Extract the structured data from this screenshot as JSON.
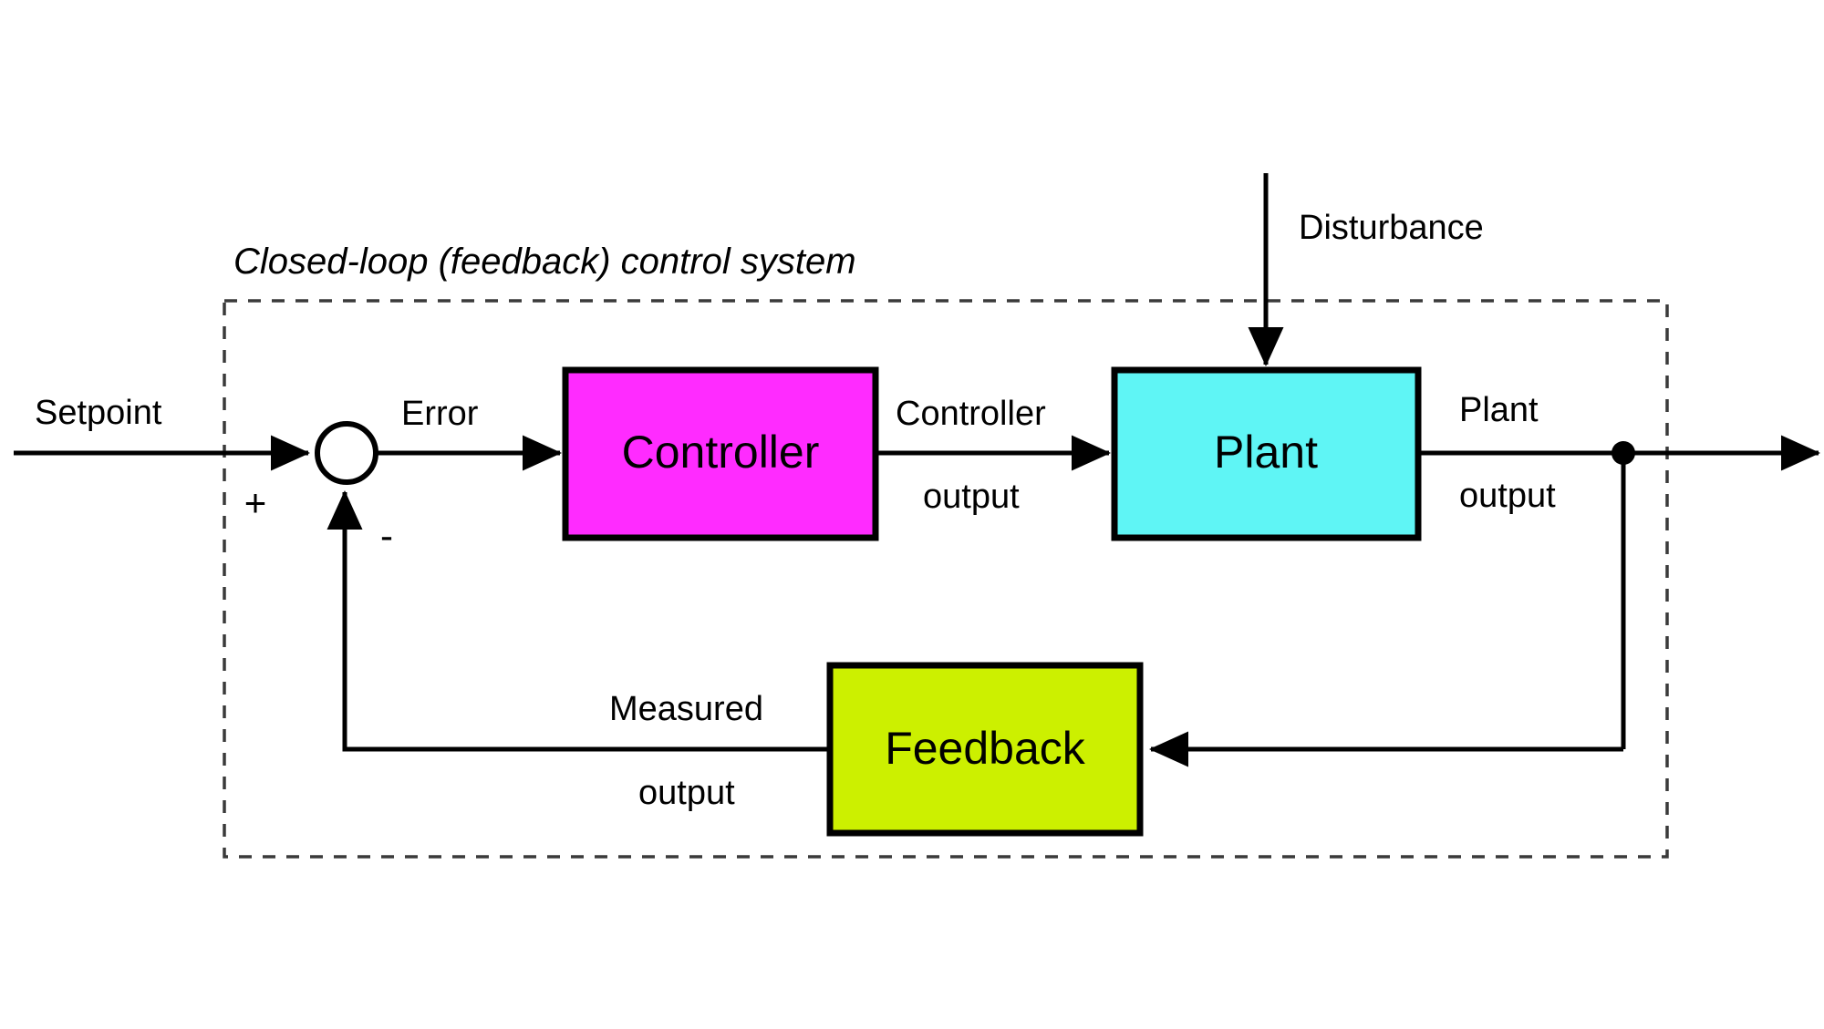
{
  "diagram": {
    "title": "Closed-loop (feedback) control system",
    "background_color": "#ffffff",
    "line_color": "#000000",
    "boundary_label": "Closed-loop (feedback) control system"
  },
  "blocks": {
    "controller": {
      "label": "Controller",
      "fill_color": "#FF2BFF",
      "border_color": "#000000"
    },
    "plant": {
      "label": "Plant",
      "fill_color": "#5FF5F5",
      "border_color": "#000000"
    },
    "feedback": {
      "label": "Feedback",
      "fill_color": "#CCF000",
      "border_color": "#000000"
    },
    "summing_junction": {
      "plus_sign": "+",
      "minus_sign": "-"
    }
  },
  "signals": {
    "setpoint": "Setpoint",
    "error": "Error",
    "controller_output_line1": "Controller",
    "controller_output_line2": "output",
    "disturbance": "Disturbance",
    "plant_output_line1": "Plant",
    "plant_output_line2": "output",
    "measured_output_line1": "Measured",
    "measured_output_line2": "output"
  }
}
